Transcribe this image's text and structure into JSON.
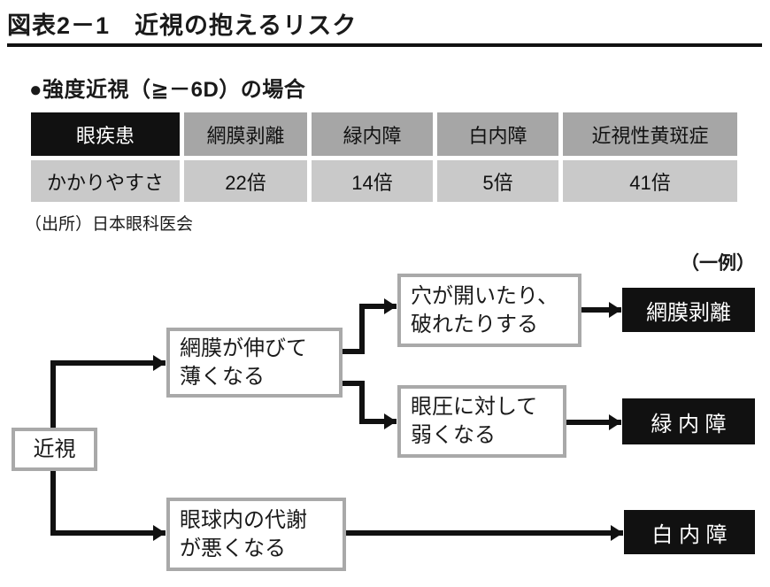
{
  "page": {
    "title": "図表2－1　近視の抱えるリスク",
    "subtitle": "●強度近視（≧－6D）の場合",
    "source": "（出所）日本眼科医会",
    "example_label": "（一例）"
  },
  "colors": {
    "ink_black": "#111111",
    "table_header_gray": "#a6a6a6",
    "table_cell_gray": "#c9c9c9",
    "box_border_gray": "#a9a9a9"
  },
  "table": {
    "header": [
      "眼疾患",
      "網膜剥離",
      "緑内障",
      "白内障",
      "近視性黄斑症"
    ],
    "row_label": "かかりやすさ",
    "values": [
      "22倍",
      "14倍",
      "5倍",
      "41倍"
    ]
  },
  "flow": {
    "root": "近視",
    "retina_thin": "網膜が伸びて\n薄くなる",
    "hole_tear": "穴が開いたり、\n破れたりする",
    "eye_pressure": "眼圧に対して\n弱くなる",
    "metabolism": "眼球内の代謝\nが悪くなる",
    "outcome_retinal_detachment": "網膜剥離",
    "outcome_glaucoma": "緑 内 障",
    "outcome_cataract": "白 内 障"
  },
  "chart_data": {
    "type": "table",
    "title": "強度近視（≧－6D）の場合 かかりやすさ",
    "columns": [
      "網膜剥離",
      "緑内障",
      "白内障",
      "近視性黄斑症"
    ],
    "row_label": "かかりやすさ",
    "values_times": [
      22,
      14,
      5,
      41
    ],
    "unit": "倍",
    "source": "日本眼科医会"
  }
}
